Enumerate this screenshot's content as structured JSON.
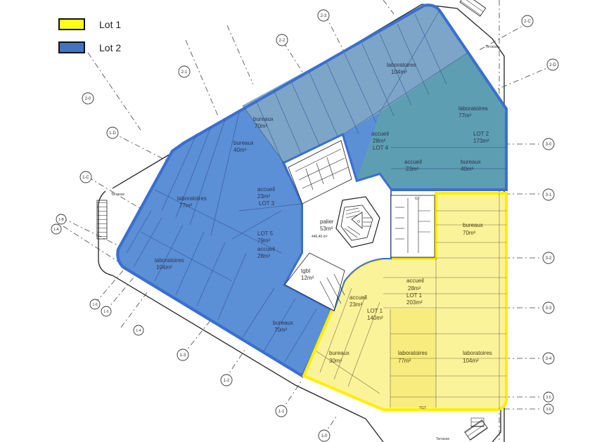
{
  "legend": {
    "items": [
      {
        "label": "Lot 1",
        "color": "#ffff1a"
      },
      {
        "label": "Lot 2",
        "color": "#4472c4"
      }
    ]
  },
  "colors": {
    "lot1_fill": "#fbf39a",
    "lot1_border": "#ffee00",
    "lot2_fill": "#5b8fd6",
    "lot2_border": "#3b6fd0",
    "lot2_grey_fill": "#7fa6c7",
    "lot2_teal_fill": "#5f9fb0"
  },
  "grid_markers": {
    "top": [
      "2-0",
      "2-1",
      "2-2",
      "2-3"
    ],
    "top_right": [
      "2-C",
      "2-D"
    ],
    "left": [
      "1-D",
      "1-C",
      "1-B",
      "1-A"
    ],
    "bottom_left": [
      "1-6",
      "1-5",
      "1-4",
      "1-3",
      "1-2",
      "1-1",
      "1-0"
    ],
    "right": [
      "3-0",
      "3-1",
      "3-2",
      "3-3",
      "3-4",
      "3-5",
      "3-6"
    ]
  },
  "rooms": {
    "lot2": [
      {
        "name": "laboratoires",
        "area": "104m²"
      },
      {
        "name": "bureaux",
        "area": "70m²"
      },
      {
        "name": "laboratoires",
        "area": "77m²"
      },
      {
        "name": "LOT 2",
        "area": "173m²"
      },
      {
        "name": "accueil",
        "area": "23m²"
      },
      {
        "name": "bureaux",
        "area": "40m²"
      },
      {
        "name": "accueil",
        "area": "28m²"
      },
      {
        "name": "LOT 4",
        "area": ""
      },
      {
        "name": "bureaux",
        "area": "40m²"
      },
      {
        "name": "laboratoires",
        "area": "77m²"
      },
      {
        "name": "accueil",
        "area": "23m²"
      },
      {
        "name": "LOT 3",
        "area": ""
      },
      {
        "name": "LOT 5",
        "area": "79m²"
      },
      {
        "name": "accueil",
        "area": "28m²"
      },
      {
        "name": "laboratoires",
        "area": "104m²"
      },
      {
        "name": "bureaux",
        "area": "70m²"
      }
    ],
    "lot1": [
      {
        "name": "bureaux",
        "area": "70m²"
      },
      {
        "name": "accueil",
        "area": "28m²"
      },
      {
        "name": "LOT 1",
        "area": "203m²"
      },
      {
        "name": "accueil",
        "area": "23m²"
      },
      {
        "name": "LOT 1",
        "area": "140m²"
      },
      {
        "name": "bureaux",
        "area": "30m²"
      },
      {
        "name": "laboratoires",
        "area": "77m²"
      },
      {
        "name": "laboratoires",
        "area": "104m²"
      }
    ],
    "core": [
      {
        "name": "palier",
        "area": "53m²"
      },
      {
        "name": "tgbt",
        "area": "12m²"
      },
      {
        "name": "GT",
        "area": ""
      },
      {
        "name": "TGT",
        "area": ""
      }
    ]
  },
  "annotations": {
    "terrasse": "Terrasse",
    "stair_note": "446,40 m²"
  }
}
